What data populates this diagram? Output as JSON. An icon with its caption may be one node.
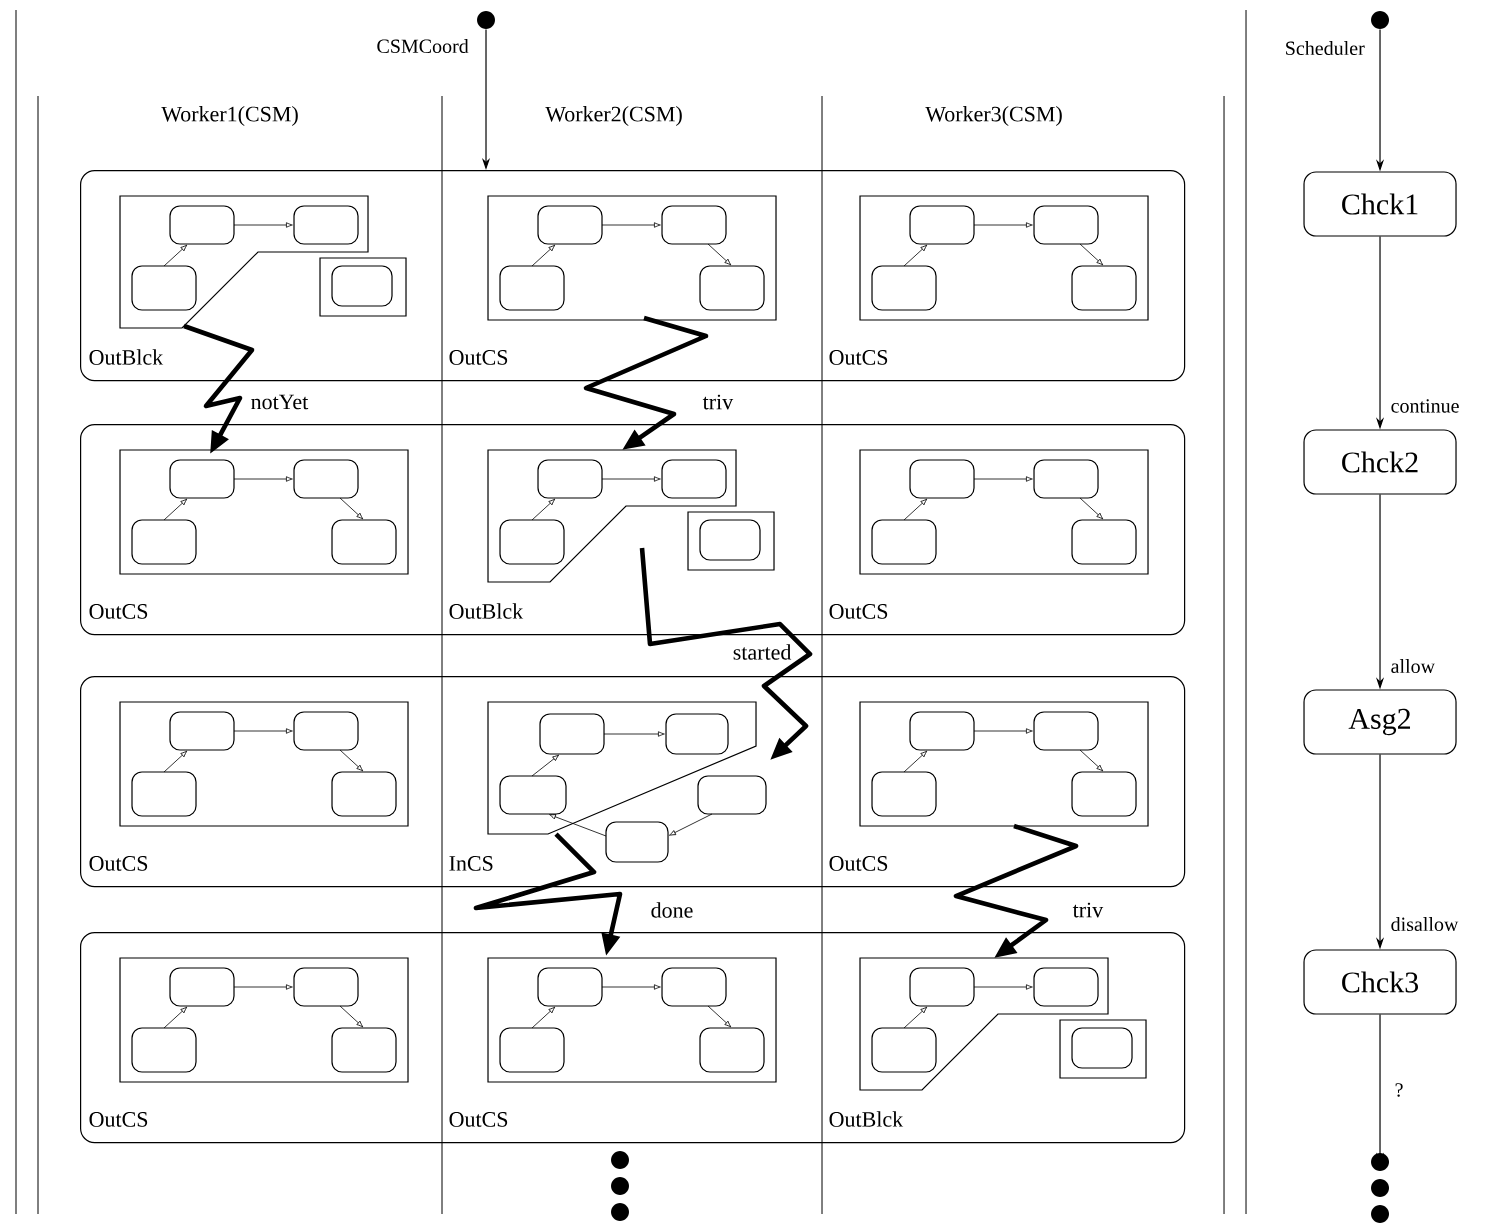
{
  "diagram": {
    "nodes": [
      {
        "text": [],
        "shape": "circle",
        "beside": [
          "CSMCoord"
        ]
      },
      {
        "text": [],
        "shape": "box"
      },
      {
        "text": [
          "OutBlck"
        ],
        "in": 1
      },
      {
        "text": [
          "OutCS"
        ],
        "in": 1
      },
      {
        "text": [
          "OutCS"
        ],
        "in": 1
      },
      {
        "text": [],
        "shape": "box"
      },
      {
        "text": [
          "OutCS"
        ],
        "in": 5
      },
      {
        "text": [
          "OutBlck"
        ],
        "in": 5
      },
      {
        "text": [
          "OutCS"
        ],
        "in": 5
      },
      {
        "text": [],
        "shape": "box"
      },
      {
        "text": [
          "OutCS"
        ],
        "in": 9
      },
      {
        "text": [
          "InCS"
        ],
        "in": 9
      },
      {
        "text": [
          "OutCS"
        ],
        "in": 9
      },
      {
        "text": [],
        "shape": "box"
      },
      {
        "text": [
          "OutCS"
        ],
        "in": 13
      },
      {
        "text": [
          "OutCS"
        ],
        "in": 13
      },
      {
        "text": [
          "OutBlck"
        ],
        "in": 13
      },
      {
        "text": [],
        "shape": "circle",
        "beside": [
          "Scheduler"
        ]
      },
      {
        "text": [
          "Chck1"
        ]
      },
      {
        "text": [
          "Chck2"
        ]
      },
      {
        "text": [
          "Asg2"
        ]
      },
      {
        "text": [
          "Chck3"
        ]
      }
    ],
    "edges": [
      {
        "from": 0,
        "to": 1,
        "arrow": "to"
      },
      {
        "from": 2,
        "to": 6,
        "arrow": "to",
        "label": "notYet",
        "style": "thick"
      },
      {
        "from": 3,
        "to": 7,
        "arrow": "to",
        "label": "triv",
        "style": "thick"
      },
      {
        "from": 7,
        "to": 11,
        "arrow": "to",
        "label": "started",
        "style": "thick"
      },
      {
        "from": 11,
        "to": 15,
        "arrow": "to",
        "label": "done",
        "style": "thick"
      },
      {
        "from": 12,
        "to": 16,
        "arrow": "to",
        "label": "triv",
        "style": "thick"
      },
      {
        "from": 17,
        "to": 18,
        "arrow": "to"
      },
      {
        "from": 18,
        "to": 19,
        "arrow": "to",
        "label": "continue"
      },
      {
        "from": 19,
        "to": 20,
        "arrow": "to",
        "label": "allow"
      },
      {
        "from": 20,
        "to": 21,
        "arrow": "to",
        "label": "disallow"
      },
      {
        "from": 21,
        "to": null,
        "arrow": "to",
        "label": "?"
      }
    ],
    "labels": [
      "Worker1(CSM)",
      "Worker2(CSM)",
      "Worker3(CSM)"
    ]
  }
}
